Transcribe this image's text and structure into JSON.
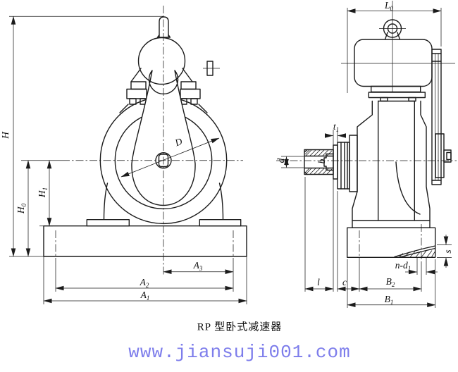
{
  "caption": "RP 型卧式减速器",
  "watermark": "www.jiansuji001.com",
  "colors": {
    "line": "#1b1b1b",
    "watermark": "#7d7deb",
    "background": "#ffffff"
  },
  "dims": {
    "H": {
      "main": "H",
      "sub": ""
    },
    "H0": {
      "main": "H",
      "sub": "0"
    },
    "H1": {
      "main": "H",
      "sub": "1"
    },
    "D": {
      "main": "D",
      "sub": ""
    },
    "A3": {
      "main": "A",
      "sub": "3"
    },
    "A2": {
      "main": "A",
      "sub": "2"
    },
    "A1": {
      "main": "A",
      "sub": "1"
    },
    "L0": {
      "main": "L",
      "sub": "0"
    },
    "t1": {
      "main": "t",
      "sub": "1"
    },
    "d": {
      "main": "d",
      "sub": ""
    },
    "b": {
      "main": "b",
      "sub": ""
    },
    "s": {
      "main": "s",
      "sub": ""
    },
    "nd1": {
      "main": "n-d",
      "sub": "1"
    },
    "l": {
      "main": "l",
      "sub": ""
    },
    "c": {
      "main": "c",
      "sub": ""
    },
    "B2": {
      "main": "B",
      "sub": "2"
    },
    "B1": {
      "main": "B",
      "sub": "1"
    }
  }
}
